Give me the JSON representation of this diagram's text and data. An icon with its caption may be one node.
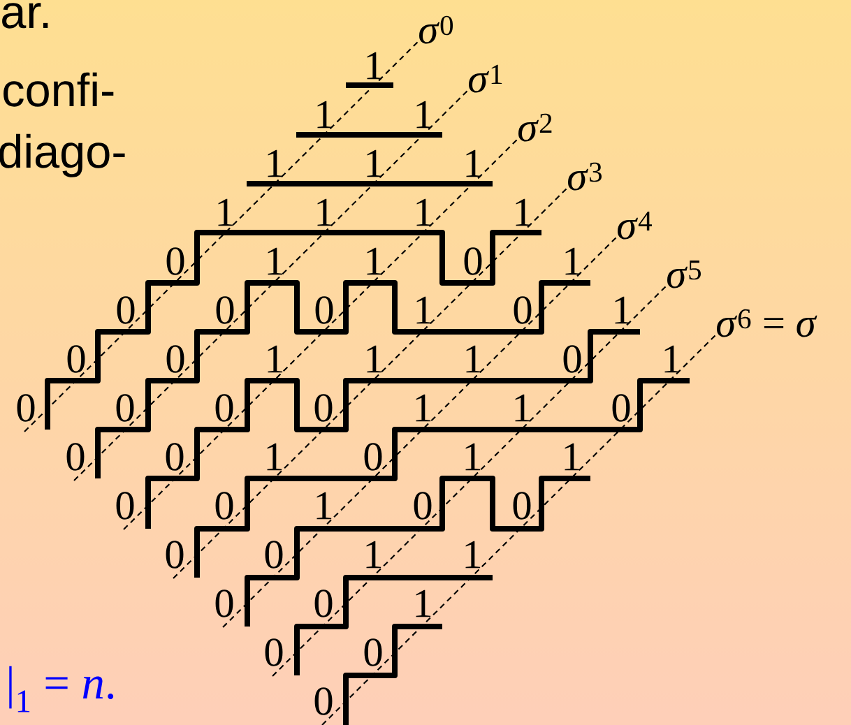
{
  "diagram": {
    "labels": [
      "ar.",
      "confi-",
      "diago-",
      "*σ*$^{0}$",
      "*σ*$^{1}$",
      "*σ*$^{2}$",
      "*σ*$^{3}$",
      "*σ*$^{4}$",
      "*σ*$^{5}$",
      "*σ*$^{6}$ = *σ*",
      "1",
      "1",
      "1",
      "1",
      "1",
      "1",
      "1",
      "1",
      "1",
      "1",
      "0",
      "1",
      "1",
      "0",
      "1",
      "0",
      "0",
      "0",
      "1",
      "0",
      "1",
      "0",
      "0",
      "1",
      "1",
      "1",
      "0",
      "1",
      "0",
      "0",
      "0",
      "0",
      "1",
      "1",
      "0",
      "0",
      "0",
      "1",
      "0",
      "1",
      "1",
      "0",
      "0",
      "1",
      "0",
      "0",
      "0",
      "0",
      "1",
      "1",
      "0",
      "0",
      "1",
      "0",
      "0",
      "0",
      "|$_{1}$ = *n*."
    ]
  }
}
